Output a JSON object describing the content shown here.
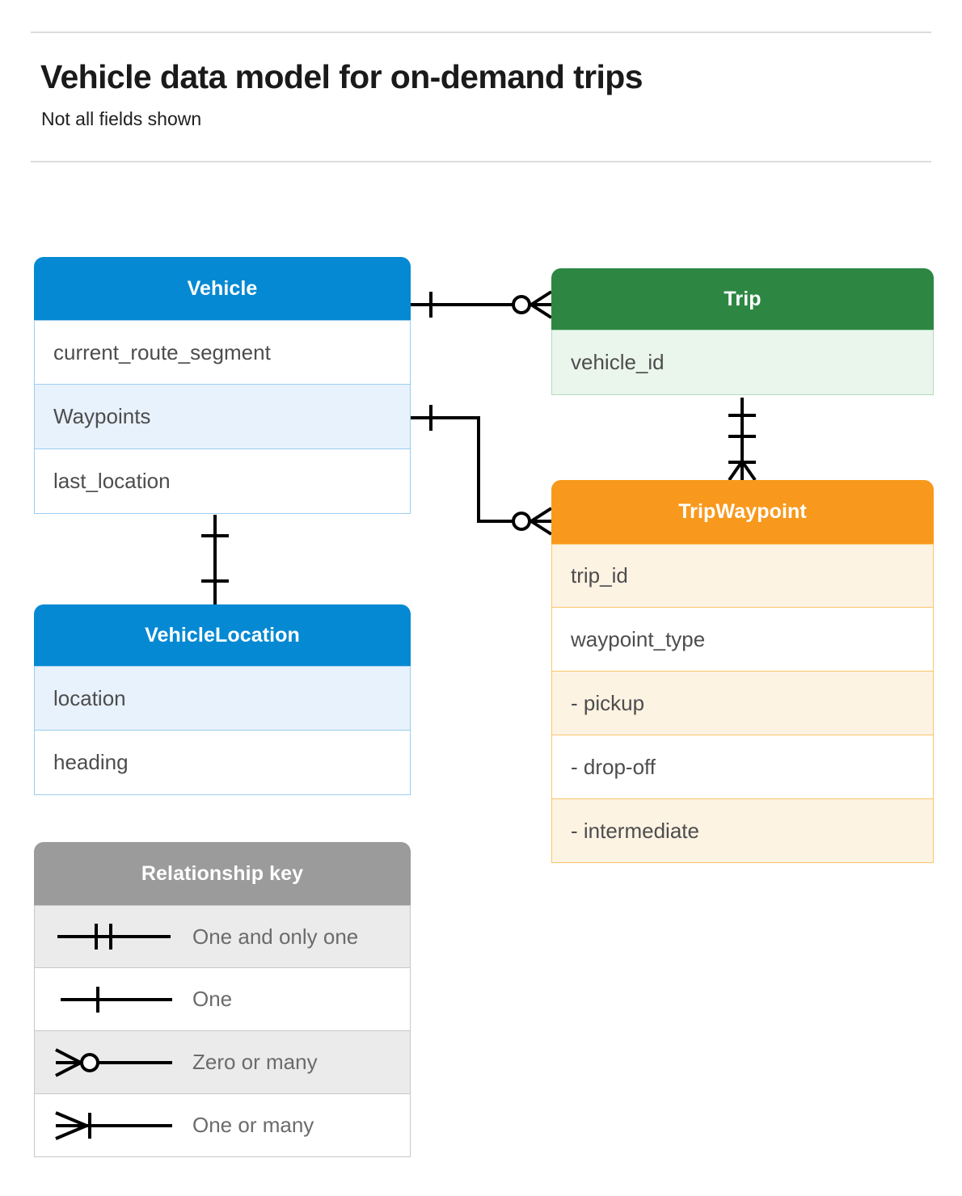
{
  "header": {
    "title": "Vehicle data model for on-demand trips",
    "subtitle": "Not all fields shown"
  },
  "colors": {
    "blue": "#0589d3",
    "blue_row_alt": "#e8f2fc",
    "blue_border": "#9ccdf0",
    "green": "#2d8743",
    "green_row_alt": "#eaf5ec",
    "green_border": "#b3dcbf",
    "orange": "#f8991d",
    "orange_row_alt": "#fdf3e3",
    "orange_border": "#fbc56a",
    "gray": "#9b9b9b",
    "gray_row_alt": "#ebebeb",
    "gray_border": "#c8c8c8",
    "field_text": "#4d4d4d",
    "line": "#000000",
    "rule": "#dcdcdc"
  },
  "entities": [
    {
      "id": "vehicle",
      "name": "Vehicle",
      "theme": "blue",
      "fields": [
        {
          "label": "current_route_segment",
          "highlight": false
        },
        {
          "label": "Waypoints",
          "highlight": true
        },
        {
          "label": "last_location",
          "highlight": false
        }
      ]
    },
    {
      "id": "trip",
      "name": "Trip",
      "theme": "green",
      "fields": [
        {
          "label": "vehicle_id",
          "highlight": true
        }
      ]
    },
    {
      "id": "tripwaypoint",
      "name": "TripWaypoint",
      "theme": "orange",
      "fields": [
        {
          "label": "trip_id",
          "highlight": true
        },
        {
          "label": "waypoint_type",
          "highlight": false
        },
        {
          "label": "- pickup",
          "highlight": true
        },
        {
          "label": "- drop-off",
          "highlight": false
        },
        {
          "label": "- intermediate",
          "highlight": true
        }
      ]
    },
    {
      "id": "vehiclelocation",
      "name": "VehicleLocation",
      "theme": "blue",
      "fields": [
        {
          "label": "location",
          "highlight": true
        },
        {
          "label": "heading",
          "highlight": false
        }
      ]
    }
  ],
  "legend": {
    "title": "Relationship key",
    "rows": [
      {
        "symbol": "one-and-only-one-icon",
        "label": "One and only one",
        "highlight": true
      },
      {
        "symbol": "one-icon",
        "label": "One",
        "highlight": false
      },
      {
        "symbol": "zero-or-many-icon",
        "label": "Zero or many",
        "highlight": true
      },
      {
        "symbol": "one-or-many-icon",
        "label": "One or many",
        "highlight": false
      }
    ]
  },
  "relationships": [
    {
      "id": "vehicle-to-trip",
      "from": "Vehicle",
      "to": "Trip",
      "from_cardinality": "One",
      "to_cardinality": "Zero or many"
    },
    {
      "id": "vehicle-waypoints-to-tripwaypoint",
      "from": "Vehicle.Waypoints",
      "to": "TripWaypoint",
      "from_cardinality": "One",
      "to_cardinality": "Zero or many"
    },
    {
      "id": "trip-to-tripwaypoint",
      "from": "Trip",
      "to": "TripWaypoint",
      "from_cardinality": "One and only one",
      "to_cardinality": "One or many"
    },
    {
      "id": "vehicle-to-vehiclelocation",
      "from": "Vehicle",
      "to": "VehicleLocation",
      "from_cardinality": "One",
      "to_cardinality": "One"
    }
  ]
}
